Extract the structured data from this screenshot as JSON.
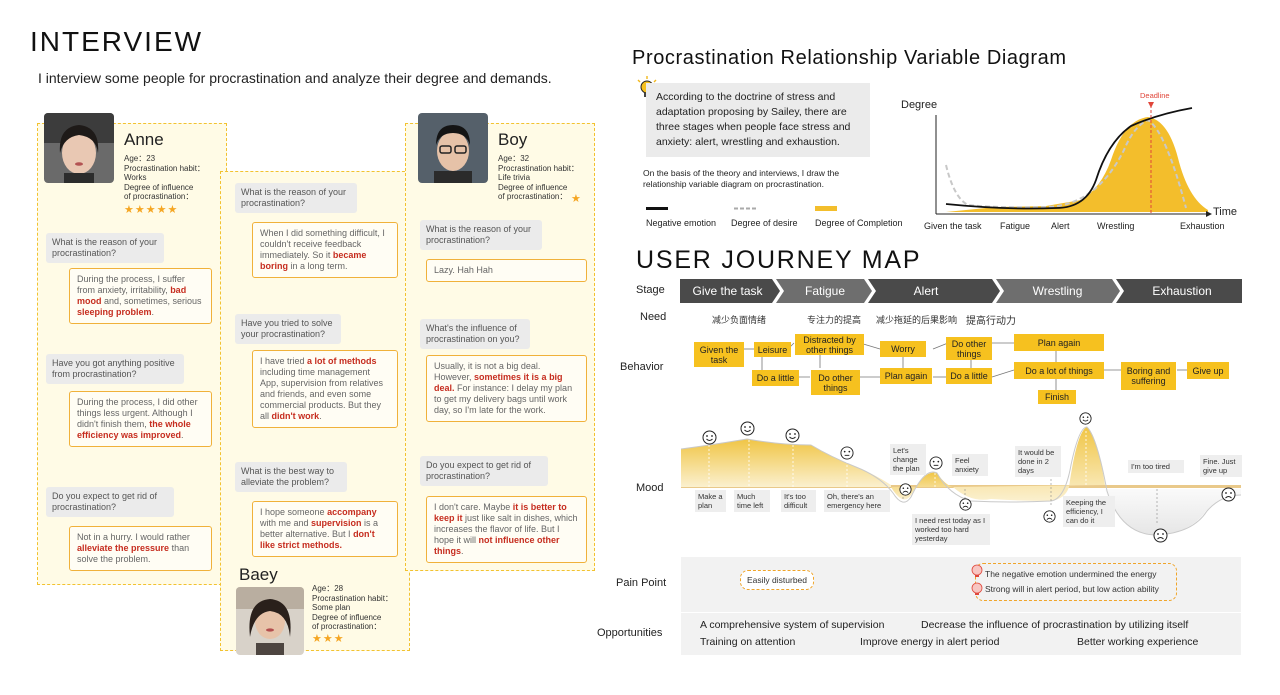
{
  "interview": {
    "title": "INTERVIEW",
    "subtitle": "I interview some people for procrastination and analyze their degree and demands.",
    "anne": {
      "name": "Anne",
      "info": [
        "Age：23",
        "Procrastination habit：",
        "Works",
        "Degree of influence",
        "of procrastination："
      ],
      "stars": "★★★★★",
      "q1": "What is the reason of your procrastination?",
      "a1": [
        "During the process, I suffer from anxiety, irritability, ",
        "bad mood",
        " and, sometimes, serious ",
        "sleeping problem",
        "."
      ],
      "q2": "Have you got anything positive from procrastination?",
      "a2": [
        "During the process, I did other things less urgent. Although I didn't finish them, ",
        "the whole efficiency was improved",
        "."
      ],
      "q3": "Do you expect to get rid of procrastination?",
      "a3": [
        "Not in a hurry. I would rather ",
        "alleviate the pressure",
        " than solve the problem."
      ]
    },
    "middle": {
      "q1": "What is the reason of your procrastination?",
      "a1": [
        "When I did something difficult, I couldn't receive feedback immediately. So it ",
        "became boring",
        " in a long term."
      ],
      "q2": "Have you tried to solve your procrastination?",
      "a2": [
        "I have tried ",
        "a lot of methods",
        " including time management App, supervision from relatives and friends, and even some commercial products. But they all ",
        "didn't work",
        "."
      ],
      "q3": "What is the best way to alleviate the problem?",
      "a3": [
        "I hope someone ",
        "accompany",
        " with me and ",
        "supervision",
        " is a better alternative. But I ",
        "don't like strict methods."
      ]
    },
    "baey": {
      "name": "Baey",
      "info": [
        "Age：28",
        "Procrastination habit：",
        "Some plan",
        "Degree of influence",
        "of procrastination："
      ],
      "stars": "★★★"
    },
    "boy": {
      "name": "Boy",
      "info": [
        "Age：32",
        "Procrastination habit：",
        "Life trivia",
        "Degree of influence",
        "of procrastination："
      ],
      "stars": "★",
      "q1": "What is the reason of your procrastination?",
      "a1": [
        "Lazy. Hah Hah"
      ],
      "q2": "What's the influence of procrastination on you?",
      "a2": [
        "Usually, it is not a big deal. However, ",
        "sometimes it is a big deal.",
        " For instance: I delay my plan to get my delivery bags until work day, so I'm late for the work."
      ],
      "q3": "Do you expect to get rid of procrastination?",
      "a3": [
        "I don't care. Maybe ",
        "it is better to keep it",
        " just like salt in dishes, which increases the flavor of life. But I hope it will ",
        "not influence other things",
        "."
      ]
    }
  },
  "diagram": {
    "title": "Procrastination Relationship Variable Diagram",
    "theory": "According to the doctrine of stress and adaptation proposing by Sailey, there are three stages when people face stress and anxiety: alert, wrestling and exhaustion.",
    "note": "On the basis of the theory and interviews, I draw the relationship variable diagram on procrastination.",
    "legend": [
      "Negative emotion",
      "Degree of desire",
      "Degree of Completion"
    ],
    "ylabel": "Degree",
    "xlabel": "Time",
    "deadline": "Deadline",
    "xticks": [
      "Given the task",
      "Fatigue",
      "Alert",
      "Wrestling",
      "Exhaustion"
    ],
    "colors": {
      "completion": "#f3be2c",
      "negative": "#111111",
      "desire": "#c8c8c8",
      "deadline": "#e0463a"
    }
  },
  "journey": {
    "title": "USER JOURNEY MAP",
    "rows": [
      "Stage",
      "Need",
      "Behavior",
      "Mood",
      "Pain Point",
      "Opportunities"
    ],
    "stages": [
      "Give the task",
      "Fatigue",
      "Alert",
      "Wrestling",
      "Exhaustion"
    ],
    "needs": [
      "减少负面情绪",
      "专注力的提高",
      "减少拖延的后果影响",
      "提高行动力"
    ],
    "behaviors": {
      "given": "Given the task",
      "leisure": "Leisure",
      "doalittle1": "Do a little",
      "distracted": "Distracted by other things",
      "dootherthings1": "Do other things",
      "worry": "Worry",
      "planagain1": "Plan again",
      "dootherthings2": "Do other things",
      "doalittle2": "Do a little",
      "planagain2": "Plan again",
      "alotofthings": "Do a lot of things",
      "finish": "Finish",
      "boring": "Boring and suffering",
      "giveup": "Give up"
    },
    "moods": {
      "m1": "Make a plan",
      "m2": "Much time left",
      "m3": "It's too difficult",
      "m4": "Oh, there's an emergency here",
      "m5": "Let's change the plan",
      "m6": "Feel anxiety",
      "m7": "I need rest today as I worked too hard yesterday",
      "m8": "It would be done in 2 days",
      "m9": "Keeping the efficiency, I can do it",
      "m10": "I'm too tired",
      "m11": "Fine. Just give up"
    },
    "pain": [
      "Easily disturbed",
      "The negative emotion undermined the energy",
      "Strong will in alert period, but low action ability"
    ],
    "opps": [
      "A comprehensive system of supervision",
      "Decrease the influence of procrastination by utilizing itself",
      "Training on attention",
      "Improve energy in alert period",
      "Better working experience"
    ],
    "colors": {
      "stage_dark": "#4a4a4a",
      "stage_light": "#6e6e6e",
      "behavior": "#f6c11f",
      "mood": "#f0c545"
    }
  }
}
